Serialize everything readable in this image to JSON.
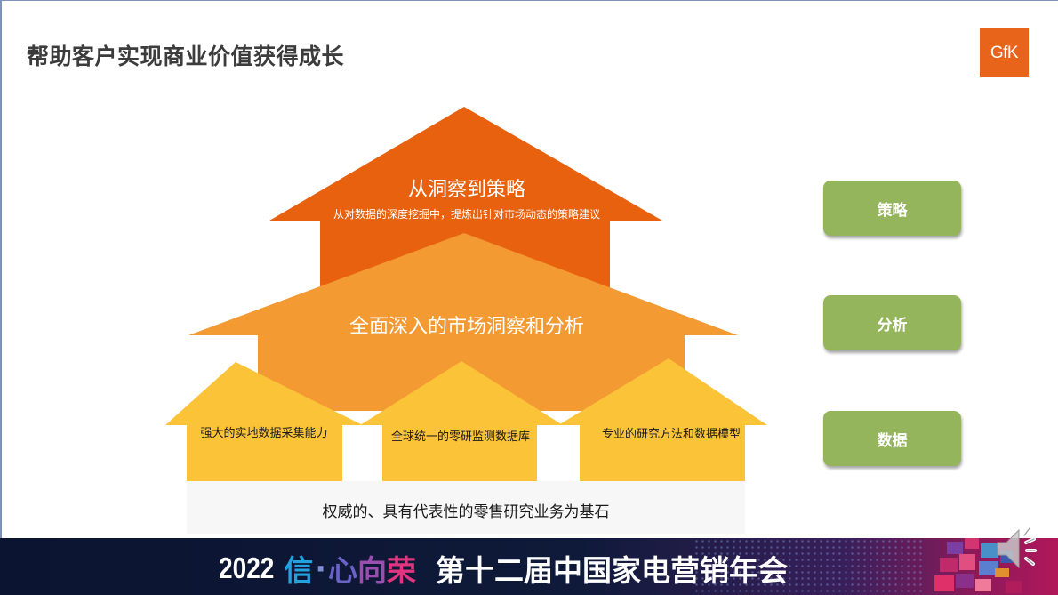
{
  "slide": {
    "title": "帮助客户实现商业价值获得成长",
    "logo": {
      "text": "GfK",
      "color": "#E8641B",
      "icon": "gfk-logo"
    }
  },
  "pyramid": {
    "top": {
      "title": "从洞察到策略",
      "subtitle": "从对数据的深度挖掘中，提炼出针对市场动态的策略建议",
      "color": "#E8610F"
    },
    "middle": {
      "title": "全面深入的市场洞察和分析",
      "color": "#F39A33"
    },
    "pillars": [
      {
        "label": "强大的实地数据采集能力",
        "color": "#FBC338"
      },
      {
        "label": "全球统一的零研监测数据库",
        "color": "#FBC338"
      },
      {
        "label": "专业的研究方法和数据模型",
        "color": "#FBC338"
      }
    ],
    "base": {
      "label": "权威的、具有代表性的零售研究业务为基石",
      "color": "#F7F7F7"
    }
  },
  "side_labels": [
    {
      "label": "策略",
      "color": "#95B55C"
    },
    {
      "label": "分析",
      "color": "#95B55C"
    },
    {
      "label": "数据",
      "color": "#95B55C"
    }
  ],
  "banner": {
    "year": "2022",
    "slogan_chars": [
      "信",
      "·",
      "心",
      "向",
      "荣"
    ],
    "event": "第十二届中国家电营销年会",
    "speaker_icon": "audio-speaker-icon"
  }
}
